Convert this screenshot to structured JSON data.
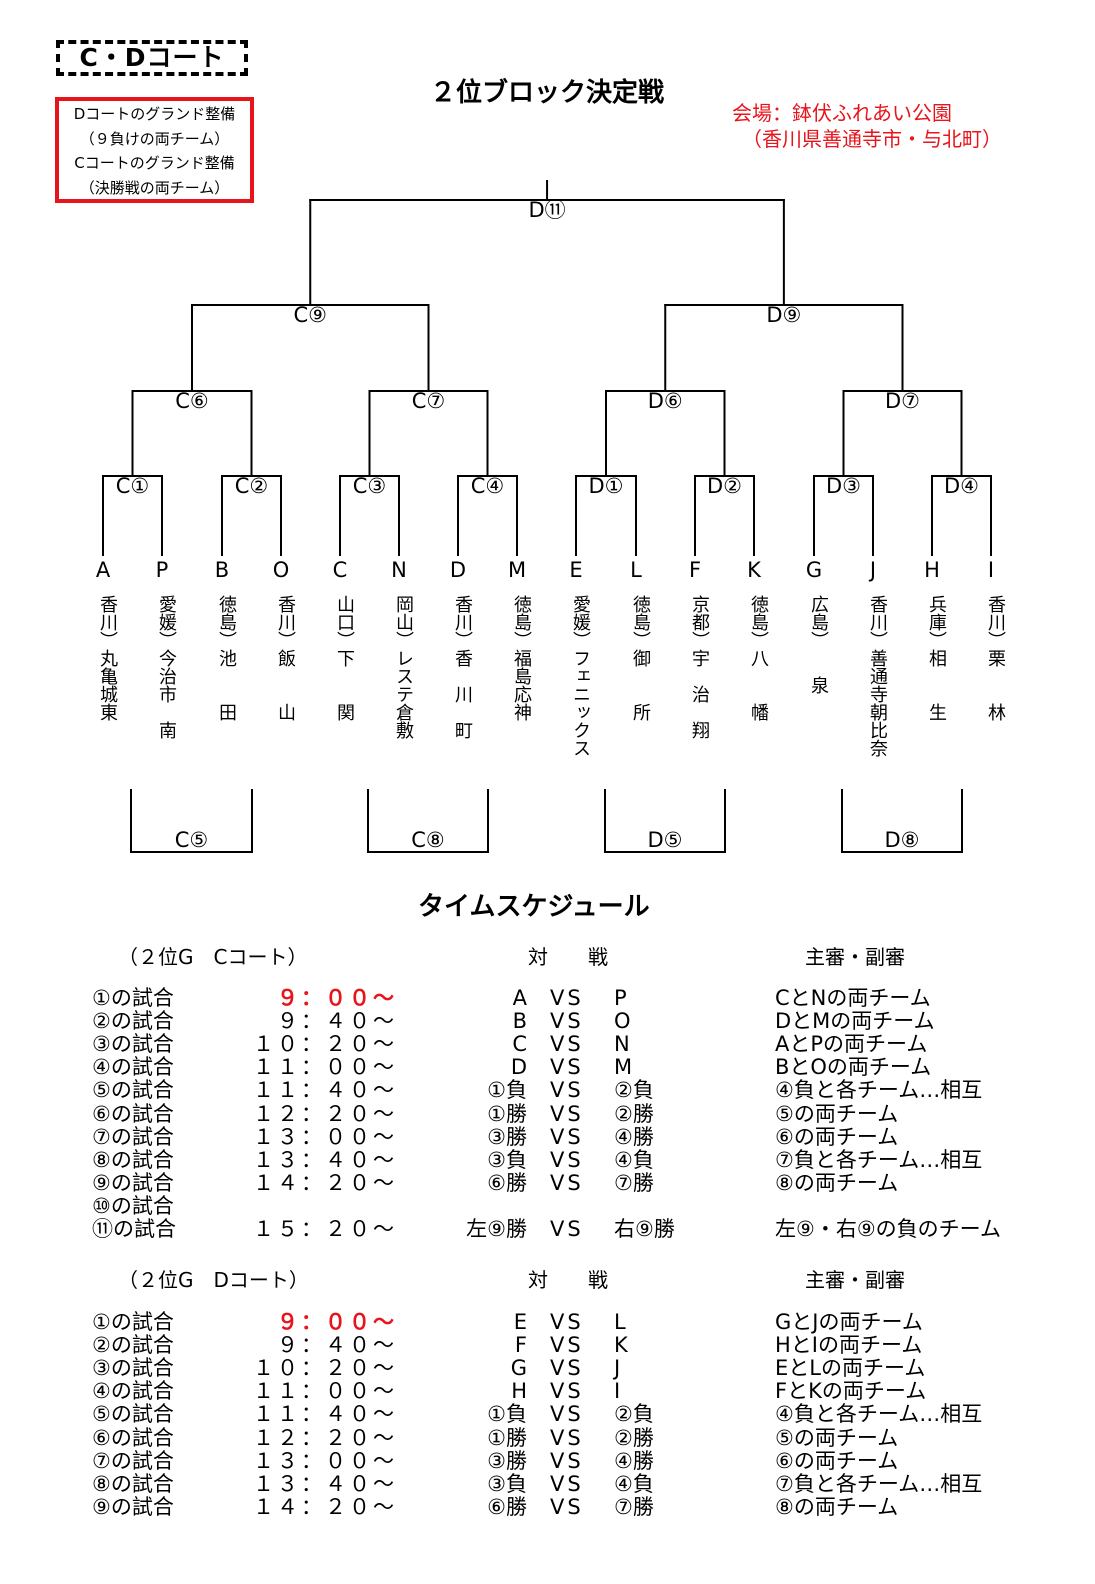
{
  "court_label": "C・Dコート",
  "prep_notes": [
    "Dコートのグランド整備",
    "（９負けの両チーム）",
    "Cコートのグランド整備",
    "（決勝戦の両チーム）"
  ],
  "title": "２位ブロック決定戦",
  "venue": [
    "会場：鉢伏ふれあい公園",
    "（香川県善通寺市・与北町）"
  ],
  "bracket": {
    "final": "D⑪",
    "semis": [
      "C⑨",
      "D⑨"
    ],
    "quarters": [
      "C⑥",
      "C⑦",
      "D⑥",
      "D⑦"
    ],
    "firsts": [
      "C①",
      "C②",
      "C③",
      "C④",
      "D①",
      "D②",
      "D③",
      "D④"
    ],
    "consolation": [
      "C⑤",
      "C⑧",
      "D⑤",
      "D⑧"
    ]
  },
  "teams": [
    {
      "letter": "A",
      "name": "香川）丸亀城東"
    },
    {
      "letter": "P",
      "name": "愛媛）今治市　南"
    },
    {
      "letter": "B",
      "name": "徳島）池　　田"
    },
    {
      "letter": "O",
      "name": "香川）飯　　山"
    },
    {
      "letter": "C",
      "name": "山口）下　　関"
    },
    {
      "letter": "N",
      "name": "岡山）レステ倉敷"
    },
    {
      "letter": "D",
      "name": "香川）香　川　町"
    },
    {
      "letter": "M",
      "name": "徳島）福島応神"
    },
    {
      "letter": "E",
      "name": "愛媛）フェニックス"
    },
    {
      "letter": "L",
      "name": "徳島）御　　所"
    },
    {
      "letter": "F",
      "name": "京都）宇　治　翔"
    },
    {
      "letter": "K",
      "name": "徳島）八　　幡"
    },
    {
      "letter": "G",
      "name": "広島）　　泉"
    },
    {
      "letter": "J",
      "name": "香川）善通寺朝比奈"
    },
    {
      "letter": "H",
      "name": "兵庫）相　　生"
    },
    {
      "letter": "I",
      "name": "香川）栗　　林"
    }
  ],
  "schedule_title": "タイムスケジュール",
  "c_court": {
    "label": "（２位G　Cコート）",
    "match_header": "対　　戦",
    "ref_header": "主審・副審",
    "rows": [
      {
        "game": "①の試合",
        "time": "９：００～",
        "a": "A",
        "vs": "VS",
        "b": "P",
        "ref": "CとNの両チーム",
        "red": true
      },
      {
        "game": "②の試合",
        "time": "９：４０～",
        "a": "B",
        "vs": "VS",
        "b": "O",
        "ref": "DとMの両チーム"
      },
      {
        "game": "③の試合",
        "time": "１０：２０～",
        "a": "C",
        "vs": "VS",
        "b": "N",
        "ref": "AとPの両チーム"
      },
      {
        "game": "④の試合",
        "time": "１１：００～",
        "a": "D",
        "vs": "VS",
        "b": "M",
        "ref": "BとOの両チーム"
      },
      {
        "game": "⑤の試合",
        "time": "１１：４０～",
        "a": "①負",
        "vs": "VS",
        "b": "②負",
        "ref": "④負と各チーム…相互"
      },
      {
        "game": "⑥の試合",
        "time": "１２：２０～",
        "a": "①勝",
        "vs": "VS",
        "b": "②勝",
        "ref": "⑤の両チーム"
      },
      {
        "game": "⑦の試合",
        "time": "１３：００～",
        "a": "③勝",
        "vs": "VS",
        "b": "④勝",
        "ref": "⑥の両チーム"
      },
      {
        "game": "⑧の試合",
        "time": "１３：４０～",
        "a": "③負",
        "vs": "VS",
        "b": "④負",
        "ref": "⑦負と各チーム…相互"
      },
      {
        "game": "⑨の試合",
        "time": "１４：２０～",
        "a": "⑥勝",
        "vs": "VS",
        "b": "⑦勝",
        "ref": "⑧の両チーム"
      },
      {
        "game": "⑩の試合",
        "time": "",
        "a": "",
        "vs": "",
        "b": "",
        "ref": ""
      },
      {
        "game": "⑪の試合",
        "time": "１５：２０～",
        "a": "左⑨勝",
        "vs": "VS",
        "b": "右⑨勝",
        "ref": "左⑨・右⑨の負のチーム"
      }
    ]
  },
  "d_court": {
    "label": "（２位G　Dコート）",
    "match_header": "対　　戦",
    "ref_header": "主審・副審",
    "rows": [
      {
        "game": "①の試合",
        "time": "９：００～",
        "a": "E",
        "vs": "VS",
        "b": "L",
        "ref": "GとJの両チーム",
        "red": true
      },
      {
        "game": "②の試合",
        "time": "９：４０～",
        "a": "F",
        "vs": "VS",
        "b": "K",
        "ref": "HとIの両チーム"
      },
      {
        "game": "③の試合",
        "time": "１０：２０～",
        "a": "G",
        "vs": "VS",
        "b": "J",
        "ref": "EとLの両チーム"
      },
      {
        "game": "④の試合",
        "time": "１１：００～",
        "a": "H",
        "vs": "VS",
        "b": "I",
        "ref": "FとKの両チーム"
      },
      {
        "game": "⑤の試合",
        "time": "１１：４０～",
        "a": "①負",
        "vs": "VS",
        "b": "②負",
        "ref": "④負と各チーム…相互"
      },
      {
        "game": "⑥の試合",
        "time": "１２：２０～",
        "a": "①勝",
        "vs": "VS",
        "b": "②勝",
        "ref": "⑤の両チーム"
      },
      {
        "game": "⑦の試合",
        "time": "１３：００～",
        "a": "③勝",
        "vs": "VS",
        "b": "④勝",
        "ref": "⑥の両チーム"
      },
      {
        "game": "⑧の試合",
        "time": "１３：４０～",
        "a": "③負",
        "vs": "VS",
        "b": "④負",
        "ref": "⑦負と各チーム…相互"
      },
      {
        "game": "⑨の試合",
        "time": "１４：２０～",
        "a": "⑥勝",
        "vs": "VS",
        "b": "⑦勝",
        "ref": "⑧の両チーム"
      }
    ]
  },
  "colors": {
    "accent_red": "#e8141b"
  }
}
